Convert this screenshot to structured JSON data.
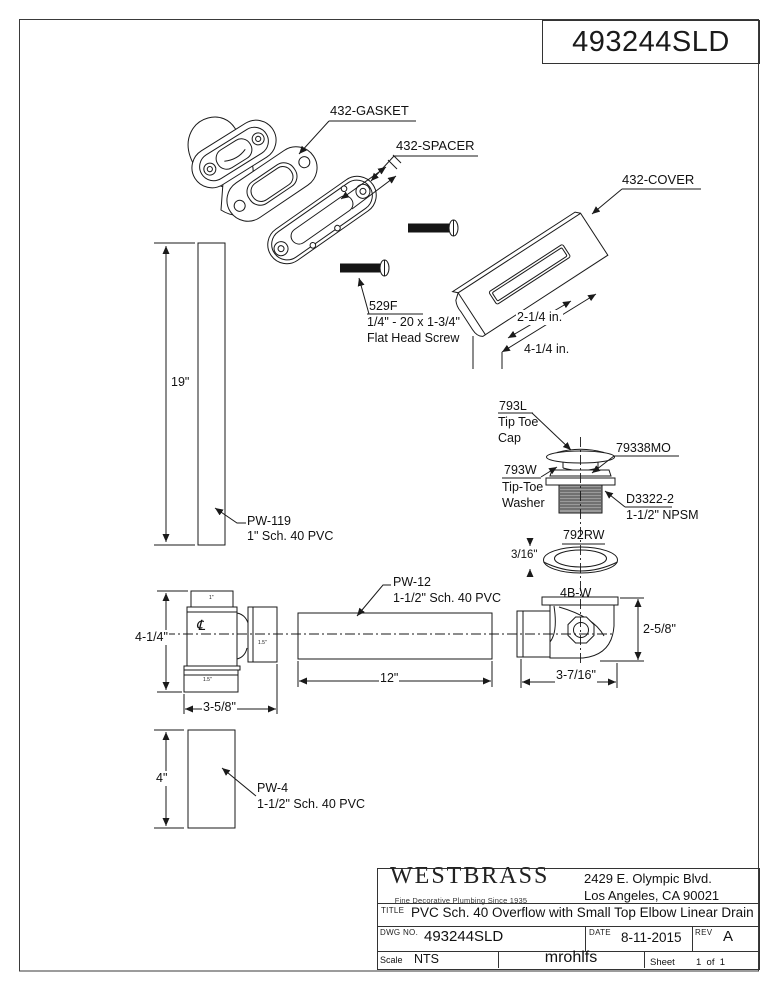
{
  "title_box": {
    "dwg_no": "493244SLD"
  },
  "labels": {
    "gasket": "432-GASKET",
    "spacer": "432-SPACER",
    "cover": "432-COVER",
    "screw_id": "529F",
    "screw_spec": "1/4\" - 20 x 1-3/4\"",
    "screw_name": "Flat Head Screw",
    "cover_dim_slot": "2-1/4 in.",
    "cover_dim_width": "4-1/4 in.",
    "pipe19_dim": "19\"",
    "pw119_id": "PW-119",
    "pw119_spec": "1\" Sch. 40 PVC",
    "tiptoe_id": "793L",
    "tiptoe_l1": "Tip Toe",
    "tiptoe_l2": "Cap",
    "mo_id": "79338MO",
    "washer_id": "793W",
    "washer_l1": "Tip-Toe",
    "washer_l2": "Washer",
    "npsm_id": "D3322-2",
    "npsm_spec": "1-1/2\" NPSM",
    "ring_id": "792RW",
    "ring_dim": "3/16\"",
    "drain_elbow_id": "4B-W",
    "drain_elbow_dim_h": "2-5/8\"",
    "drain_elbow_dim_w": "3-7/16\"",
    "pw12_id": "PW-12",
    "pw12_spec": "1-1/2\" Sch. 40 PVC",
    "pipe12_dim": "12\"",
    "tee_dim_h": "4-1/4\"",
    "tee_dim_w": "3-5/8\"",
    "tee_port_top": "1\"",
    "tee_port_side": "1.5\"",
    "tee_port_bottom": "1.5\"",
    "centerline_symbol": "℄",
    "pipe4_dim": "4\"",
    "pw4_id": "PW-4",
    "pw4_spec": "1-1/2\" Sch. 40 PVC"
  },
  "title_block": {
    "company": "WESTBRASS",
    "tagline": "Fine Decorative Plumbing Since 1935",
    "address_line1": "2429 E. Olympic Blvd.",
    "address_line2": "Los Angeles, CA 90021",
    "title_label": "TITLE",
    "title": "PVC Sch. 40 Overflow with Small Top Elbow Linear Drain",
    "dwg_label": "DWG NO.",
    "dwg_no": "493244SLD",
    "date_label": "DATE",
    "date": "8-11-2015",
    "rev_label": "REV",
    "rev": "A",
    "scale_label": "Scale",
    "scale": "NTS",
    "signature": "mrohlfs",
    "sheet_label": "Sheet",
    "sheet": "1  of  1"
  },
  "colors": {
    "line": "#1a1a1a",
    "thread_fill": "#9b9b9b",
    "background": "#ffffff"
  }
}
